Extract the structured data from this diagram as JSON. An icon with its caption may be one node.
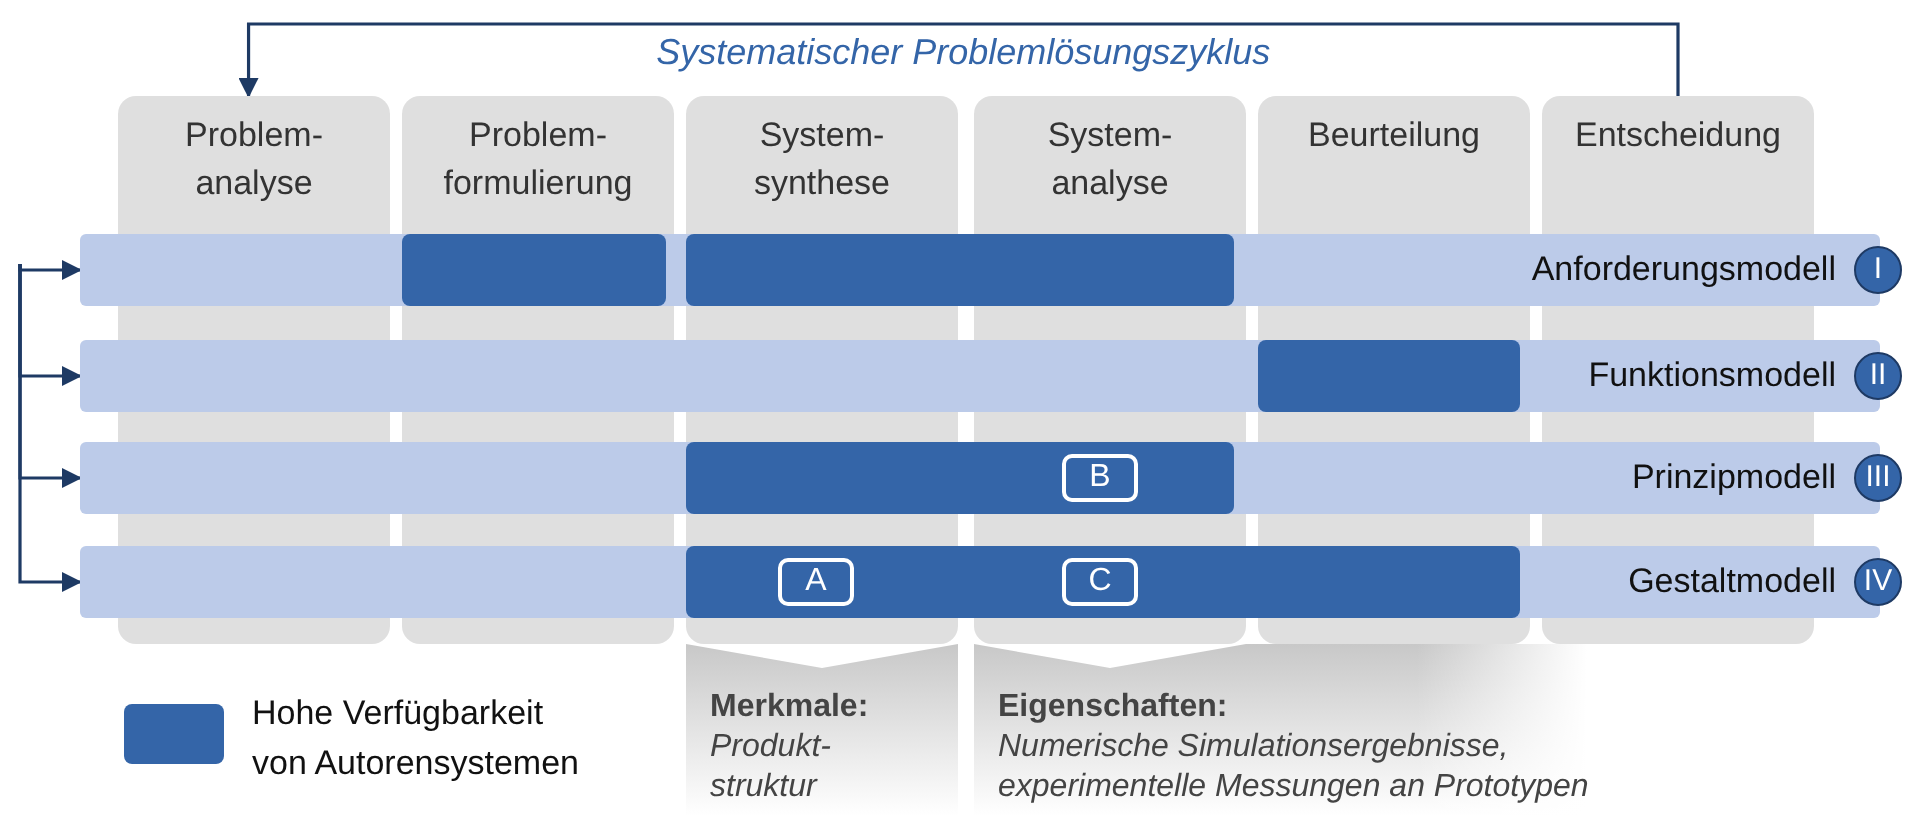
{
  "diagram": {
    "nodes": [
      {
        "text": [
          "Problem- analyse"
        ]
      },
      {
        "text": [
          "Problem- formulierung"
        ]
      },
      {
        "text": [
          "System- synthese"
        ]
      },
      {
        "text": [
          "System- analyse"
        ]
      },
      {
        "text": [
          "Beurteilung"
        ]
      },
      {
        "text": [
          "Entscheidung"
        ]
      },
      {
        "text": [
          "Anforderungsmodell",
          "I"
        ]
      },
      {
        "text": [],
        "shape": "bar",
        "in": 6
      },
      {
        "text": [],
        "shape": "bar",
        "in": 6
      },
      {
        "text": [
          "Funktionsmodell",
          "II"
        ]
      },
      {
        "text": [],
        "shape": "bar",
        "in": 9
      },
      {
        "text": [
          "Prinzipmodell",
          "III"
        ]
      },
      {
        "text": [],
        "shape": "bar",
        "in": 11
      },
      {
        "text": [
          "B"
        ],
        "in": 12
      },
      {
        "text": [
          "Gestaltmodell",
          "IV"
        ]
      },
      {
        "text": [],
        "shape": "bar",
        "in": 14
      },
      {
        "text": [
          "A"
        ],
        "in": 15
      },
      {
        "text": [
          "C"
        ],
        "in": 15
      },
      {
        "text": [
          "Merkmale:",
          "Produkt- struktur"
        ]
      },
      {
        "text": [
          "Eigenschaften:",
          "Numerische Simulationsergebnisse, experimentelle Messungen an Prototypen"
        ]
      }
    ],
    "edges": [
      {
        "from": 5,
        "to": 0,
        "arrow": "to",
        "label": "Systematischer Problemlösungszyklus"
      },
      {
        "from": null,
        "to": 6,
        "arrow": "to"
      },
      {
        "from": null,
        "to": 9,
        "arrow": "to"
      },
      {
        "from": null,
        "to": 11,
        "arrow": "to"
      },
      {
        "from": null,
        "to": 14,
        "arrow": "to"
      }
    ],
    "legend": [
      {
        "text": "Hohe Verfügbarkeit von Autorensystemen",
        "color": "#3465a8"
      }
    ]
  }
}
